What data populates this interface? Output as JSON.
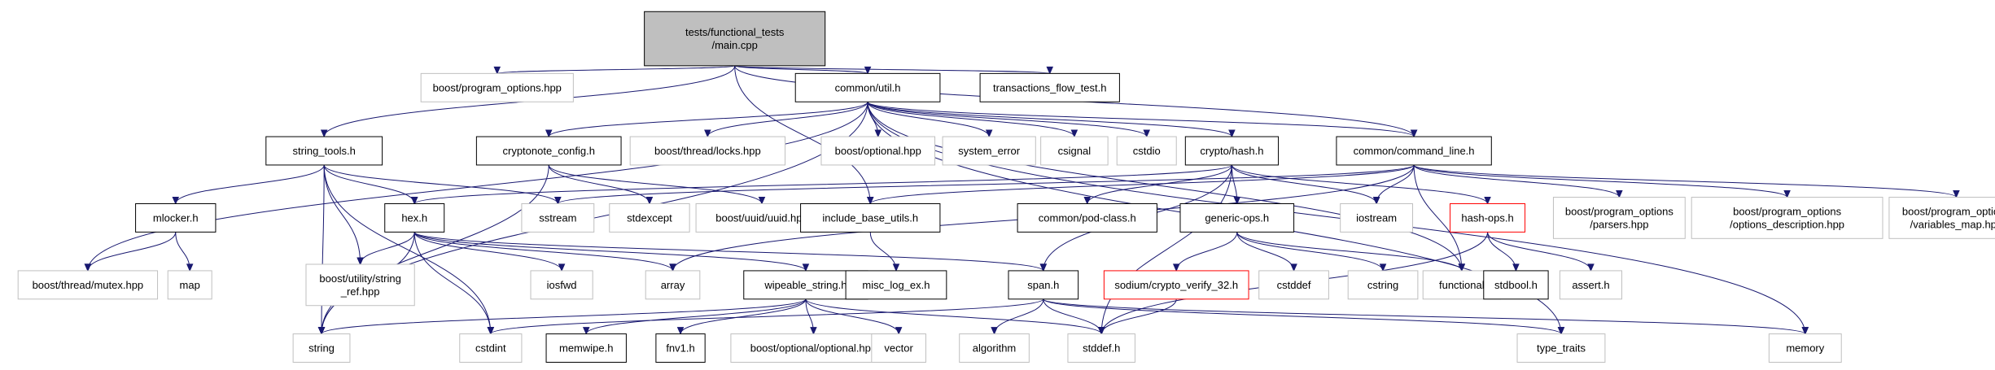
{
  "diagram": {
    "nodes": [
      {
        "id": "main",
        "lines": [
          "tests/functional_tests",
          "/main.cpp"
        ],
        "style": "root"
      },
      {
        "id": "po",
        "lines": [
          "boost/program_options.hpp"
        ],
        "style": "external"
      },
      {
        "id": "util",
        "lines": [
          "common/util.h"
        ],
        "style": "known"
      },
      {
        "id": "tft",
        "lines": [
          "transactions_flow_test.h"
        ],
        "style": "known"
      },
      {
        "id": "stools",
        "lines": [
          "string_tools.h"
        ],
        "style": "known"
      },
      {
        "id": "cnconf",
        "lines": [
          "cryptonote_config.h"
        ],
        "style": "known"
      },
      {
        "id": "locks",
        "lines": [
          "boost/thread/locks.hpp"
        ],
        "style": "external"
      },
      {
        "id": "optional",
        "lines": [
          "boost/optional.hpp"
        ],
        "style": "external"
      },
      {
        "id": "syserr",
        "lines": [
          "system_error"
        ],
        "style": "external"
      },
      {
        "id": "csignal",
        "lines": [
          "csignal"
        ],
        "style": "external"
      },
      {
        "id": "cstdio",
        "lines": [
          "cstdio"
        ],
        "style": "external"
      },
      {
        "id": "hash",
        "lines": [
          "crypto/hash.h"
        ],
        "style": "known"
      },
      {
        "id": "cmdline",
        "lines": [
          "common/command_line.h"
        ],
        "style": "known"
      },
      {
        "id": "mlocker",
        "lines": [
          "mlocker.h"
        ],
        "style": "known"
      },
      {
        "id": "hex",
        "lines": [
          "hex.h"
        ],
        "style": "known"
      },
      {
        "id": "sstream",
        "lines": [
          "sstream"
        ],
        "style": "external"
      },
      {
        "id": "stdexcept",
        "lines": [
          "stdexcept"
        ],
        "style": "external"
      },
      {
        "id": "uuid",
        "lines": [
          "boost/uuid/uuid.hpp"
        ],
        "style": "external"
      },
      {
        "id": "ibu",
        "lines": [
          "include_base_utils.h"
        ],
        "style": "known"
      },
      {
        "id": "podclass",
        "lines": [
          "common/pod-class.h"
        ],
        "style": "known"
      },
      {
        "id": "genops",
        "lines": [
          "generic-ops.h"
        ],
        "style": "known"
      },
      {
        "id": "iostream",
        "lines": [
          "iostream"
        ],
        "style": "external"
      },
      {
        "id": "hashops",
        "lines": [
          "hash-ops.h"
        ],
        "style": "missing"
      },
      {
        "id": "poparsers",
        "lines": [
          "boost/program_options",
          "/parsers.hpp"
        ],
        "style": "external"
      },
      {
        "id": "podesc",
        "lines": [
          "boost/program_options",
          "/options_description.hpp"
        ],
        "style": "external"
      },
      {
        "id": "povm",
        "lines": [
          "boost/program_options",
          "/variables_map.hpp"
        ],
        "style": "external"
      },
      {
        "id": "mutex",
        "lines": [
          "boost/thread/mutex.hpp"
        ],
        "style": "external"
      },
      {
        "id": "map",
        "lines": [
          "map"
        ],
        "style": "external"
      },
      {
        "id": "strref",
        "lines": [
          "boost/utility/string",
          "_ref.hpp"
        ],
        "style": "external"
      },
      {
        "id": "iosfwd",
        "lines": [
          "iosfwd"
        ],
        "style": "external"
      },
      {
        "id": "array",
        "lines": [
          "array"
        ],
        "style": "external"
      },
      {
        "id": "wipeable",
        "lines": [
          "wipeable_string.h"
        ],
        "style": "known"
      },
      {
        "id": "mle",
        "lines": [
          "misc_log_ex.h"
        ],
        "style": "known"
      },
      {
        "id": "span",
        "lines": [
          "span.h"
        ],
        "style": "known"
      },
      {
        "id": "sodium",
        "lines": [
          "sodium/crypto_verify_32.h"
        ],
        "style": "missing"
      },
      {
        "id": "cstddef",
        "lines": [
          "cstddef"
        ],
        "style": "external"
      },
      {
        "id": "cstring",
        "lines": [
          "cstring"
        ],
        "style": "external"
      },
      {
        "id": "functional",
        "lines": [
          "functional"
        ],
        "style": "external"
      },
      {
        "id": "stdbool",
        "lines": [
          "stdbool.h"
        ],
        "style": "known"
      },
      {
        "id": "asserth",
        "lines": [
          "assert.h"
        ],
        "style": "external"
      },
      {
        "id": "string",
        "lines": [
          "string"
        ],
        "style": "external"
      },
      {
        "id": "cstdint",
        "lines": [
          "cstdint"
        ],
        "style": "external"
      },
      {
        "id": "memwipe",
        "lines": [
          "memwipe.h"
        ],
        "style": "known"
      },
      {
        "id": "fnv1",
        "lines": [
          "fnv1.h"
        ],
        "style": "known"
      },
      {
        "id": "boptional",
        "lines": [
          "boost/optional/optional.hpp"
        ],
        "style": "external"
      },
      {
        "id": "vector",
        "lines": [
          "vector"
        ],
        "style": "external"
      },
      {
        "id": "algorithm",
        "lines": [
          "algorithm"
        ],
        "style": "external"
      },
      {
        "id": "stddef",
        "lines": [
          "stddef.h"
        ],
        "style": "external"
      },
      {
        "id": "typetraits",
        "lines": [
          "type_traits"
        ],
        "style": "external"
      },
      {
        "id": "memory",
        "lines": [
          "memory"
        ],
        "style": "external"
      }
    ],
    "edges": [
      [
        "main",
        "po"
      ],
      [
        "main",
        "util"
      ],
      [
        "main",
        "tft"
      ],
      [
        "main",
        "stools"
      ],
      [
        "main",
        "ibu"
      ],
      [
        "main",
        "cmdline"
      ],
      [
        "util",
        "mutex"
      ],
      [
        "util",
        "cnconf"
      ],
      [
        "util",
        "locks"
      ],
      [
        "util",
        "optional"
      ],
      [
        "util",
        "syserr"
      ],
      [
        "util",
        "csignal"
      ],
      [
        "util",
        "cstdio"
      ],
      [
        "util",
        "hash"
      ],
      [
        "util",
        "cmdline"
      ],
      [
        "util",
        "functional"
      ],
      [
        "util",
        "string"
      ],
      [
        "util",
        "typetraits"
      ],
      [
        "util",
        "memory"
      ],
      [
        "stools",
        "mlocker"
      ],
      [
        "stools",
        "hex"
      ],
      [
        "stools",
        "sstream"
      ],
      [
        "stools",
        "strref"
      ],
      [
        "stools",
        "string"
      ],
      [
        "stools",
        "cstdint"
      ],
      [
        "cnconf",
        "stdexcept"
      ],
      [
        "cnconf",
        "uuid"
      ],
      [
        "cnconf",
        "string"
      ],
      [
        "hash",
        "stddef"
      ],
      [
        "hash",
        "iostream"
      ],
      [
        "hash",
        "podclass"
      ],
      [
        "hash",
        "genops"
      ],
      [
        "hash",
        "hex"
      ],
      [
        "hash",
        "span"
      ],
      [
        "hash",
        "hashops"
      ],
      [
        "cmdline",
        "poparsers"
      ],
      [
        "cmdline",
        "podesc"
      ],
      [
        "cmdline",
        "povm"
      ],
      [
        "cmdline",
        "iostream"
      ],
      [
        "cmdline",
        "functional"
      ],
      [
        "cmdline",
        "ibu"
      ],
      [
        "cmdline",
        "sstream"
      ],
      [
        "cmdline",
        "array"
      ],
      [
        "mlocker",
        "map"
      ],
      [
        "mlocker",
        "mutex"
      ],
      [
        "hex",
        "iosfwd"
      ],
      [
        "hex",
        "array"
      ],
      [
        "hex",
        "wipeable"
      ],
      [
        "hex",
        "span"
      ],
      [
        "hex",
        "string"
      ],
      [
        "hex",
        "cstdint"
      ],
      [
        "hex",
        "strref"
      ],
      [
        "ibu",
        "mle"
      ],
      [
        "genops",
        "sodium"
      ],
      [
        "genops",
        "cstddef"
      ],
      [
        "genops",
        "cstring"
      ],
      [
        "genops",
        "functional"
      ],
      [
        "hashops",
        "stdbool"
      ],
      [
        "hashops",
        "asserth"
      ],
      [
        "hashops",
        "stddef"
      ],
      [
        "wipeable",
        "memwipe"
      ],
      [
        "wipeable",
        "fnv1"
      ],
      [
        "wipeable",
        "boptional"
      ],
      [
        "wipeable",
        "vector"
      ],
      [
        "wipeable",
        "string"
      ],
      [
        "wipeable",
        "stddef"
      ],
      [
        "span",
        "algorithm"
      ],
      [
        "span",
        "stddef"
      ],
      [
        "span",
        "typetraits"
      ],
      [
        "span",
        "memory"
      ],
      [
        "span",
        "cstdint"
      ],
      [
        "sodium",
        "stddef"
      ]
    ]
  }
}
